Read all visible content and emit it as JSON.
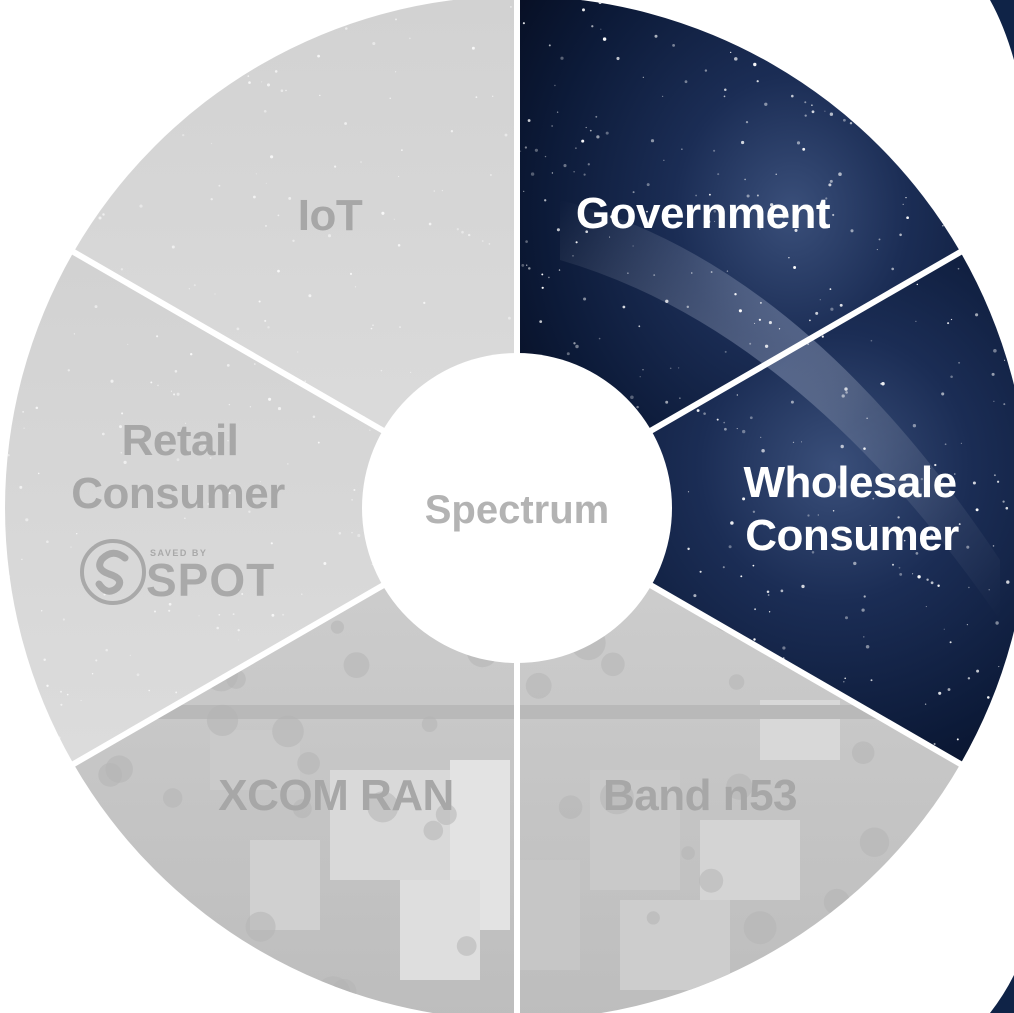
{
  "hub": {
    "label": "Spectrum"
  },
  "segments": [
    {
      "id": "iot",
      "label": "IoT",
      "state": "muted"
    },
    {
      "id": "government",
      "label": "Government",
      "state": "active"
    },
    {
      "id": "wholesale",
      "label_line1": "Wholesale",
      "label_line2": "Consumer",
      "state": "active"
    },
    {
      "id": "band-n53",
      "label": "Band n53",
      "state": "muted"
    },
    {
      "id": "xcom-ran",
      "label": "XCOM RAN",
      "state": "muted"
    },
    {
      "id": "retail",
      "label_line1": "Retail",
      "label_line2": "Consumer",
      "state": "muted"
    }
  ],
  "logo": {
    "small_text": "SAVED BY",
    "big_text": "SPOT",
    "icon": "spot-s-logo-icon"
  },
  "colors": {
    "active_background": "#0b1a3a",
    "muted_background": "#d6d6d6",
    "muted_text": "#a7a7a7",
    "hub_fill": "#ffffff",
    "hub_text": "#b3b3b3",
    "divider": "#ffffff",
    "corner_accent": "#0f2347"
  }
}
